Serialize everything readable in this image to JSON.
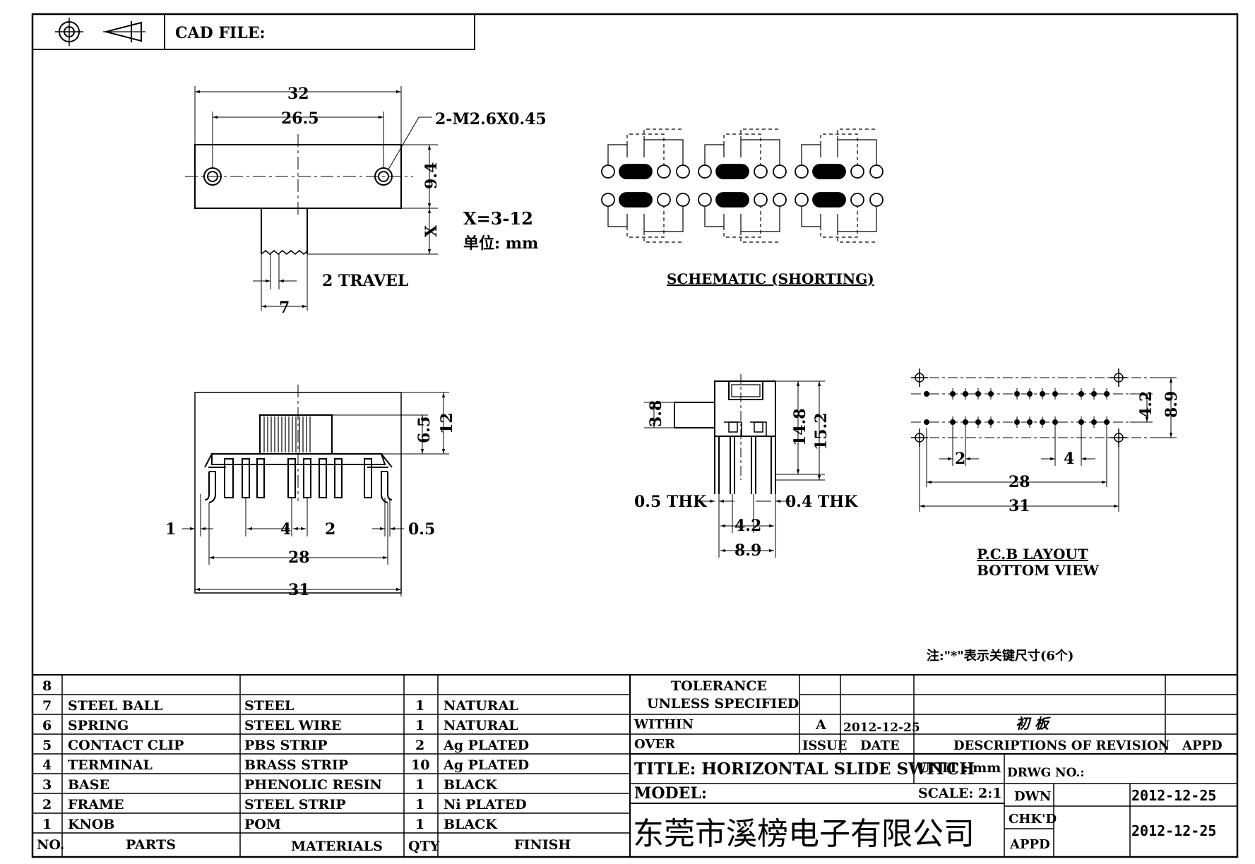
{
  "header": {
    "cad_file_label": "CAD FILE:",
    "projection_icon": "first-angle-projection-icon"
  },
  "top_view": {
    "dim_overall": "32",
    "dim_holes": "26.5",
    "thread_note": "2-M2.6X0.45",
    "dim_height": "9.4",
    "dim_knob_x": "X",
    "x_range": "X=3-12",
    "unit_note": "单位: mm",
    "travel": "2 TRAVEL",
    "dim_knob_width": "7"
  },
  "schematic": {
    "title": "SCHEMATIC (SHORTING)"
  },
  "front_view": {
    "dim_knob_height": "6.5",
    "dim_total_height": "12",
    "dim_thickness": "1",
    "dim_pitch_4": "4",
    "dim_pitch_2": "2",
    "dim_pin": "0.5",
    "dim_28": "28",
    "dim_31": "31"
  },
  "side_view": {
    "dim_3_8": "3.8",
    "dim_14_8": "14.8",
    "dim_15_2": "15.2",
    "thk_left": "0.5 THK",
    "thk_right": "0.4 THK",
    "dim_4_2": "4.2",
    "dim_8_9": "8.9"
  },
  "pcb": {
    "dim_4_2": "4.2",
    "dim_8_9": "8.9",
    "dim_2": "2",
    "dim_4": "4",
    "dim_28": "28",
    "dim_31": "31",
    "title_line1": "P.C.B LAYOUT",
    "title_line2": "BOTTOM VIEW",
    "note": "注:\"*\"表示关键尺寸(6个)"
  },
  "bom": {
    "headers": {
      "no": "NO.",
      "parts": "PARTS",
      "materials": "MATERIALS",
      "qty": "QTY",
      "finish": "FINISH"
    },
    "rows": [
      {
        "no": "8",
        "part": "",
        "material": "",
        "qty": "",
        "finish": ""
      },
      {
        "no": "7",
        "part": "STEEL BALL",
        "material": "STEEL",
        "qty": "1",
        "finish": "NATURAL"
      },
      {
        "no": "6",
        "part": "SPRING",
        "material": "STEEL WIRE",
        "qty": "1",
        "finish": "NATURAL"
      },
      {
        "no": "5",
        "part": "CONTACT CLIP",
        "material": "PBS STRIP",
        "qty": "2",
        "finish": "Ag PLATED"
      },
      {
        "no": "4",
        "part": "TERMINAL",
        "material": "BRASS STRIP",
        "qty": "10",
        "finish": "Ag PLATED"
      },
      {
        "no": "3",
        "part": "BASE",
        "material": "PHENOLIC RESIN",
        "qty": "1",
        "finish": "BLACK"
      },
      {
        "no": "2",
        "part": "FRAME",
        "material": "STEEL STRIP",
        "qty": "1",
        "finish": "Ni PLATED"
      },
      {
        "no": "1",
        "part": "KNOB",
        "material": "POM",
        "qty": "1",
        "finish": "BLACK"
      }
    ]
  },
  "title_block": {
    "tolerance_line1": "TOLERANCE",
    "tolerance_line2": "UNLESS  SPECIFIED",
    "within": "WITHIN",
    "over": "OVER",
    "issue_value": "A",
    "issue_date": "2012-12-25",
    "revision_desc": "初 板",
    "issue_label": "ISSUE",
    "date_label": "DATE",
    "desc_label": "DESCRIPTIONS OF REVISION",
    "appd_label": "APPD",
    "title": "TITLE: HORIZONTAL SLIDE SWITCH",
    "unit": "UNIT : mm",
    "drwg_no": "DRWG NO.:",
    "model": "MODEL:",
    "scale": "SCALE: 2:1",
    "dwn_label": "DWN",
    "dwn_date": "2012-12-25",
    "chkd_label": "CHK'D",
    "appd_row_label": "APPD",
    "chk_date": "2012-12-25",
    "company": "东莞市溪榜电子有限公司"
  }
}
